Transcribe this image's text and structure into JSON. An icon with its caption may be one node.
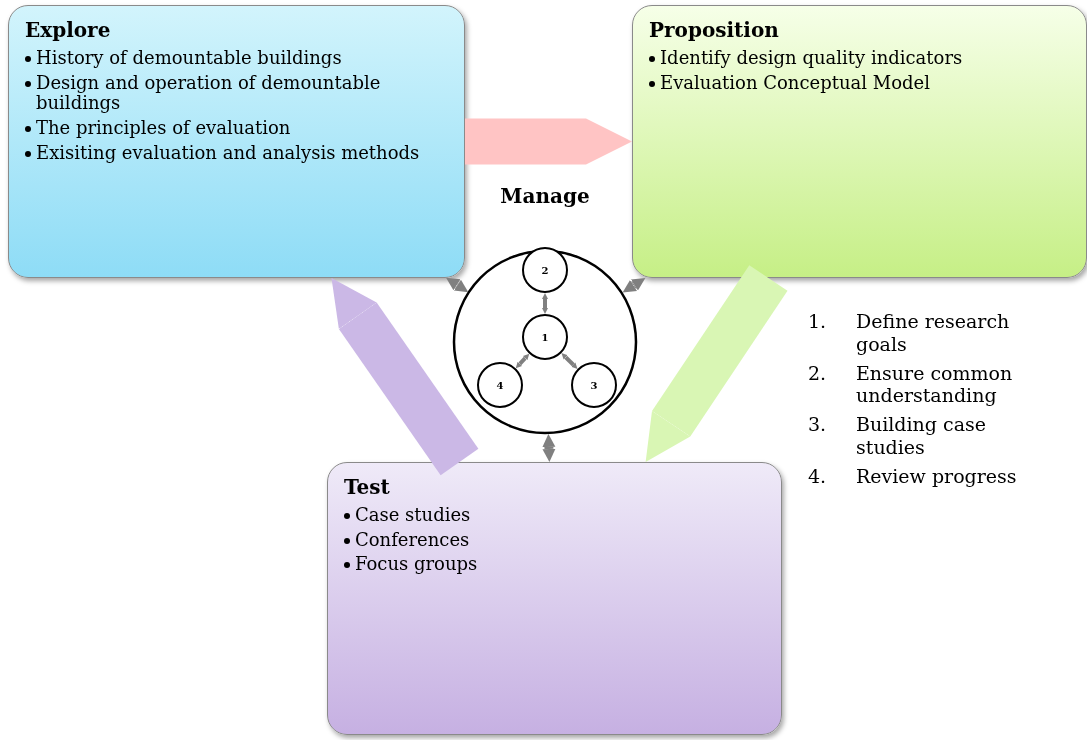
{
  "diagram": {
    "nodes": [
      {
        "text": [
          "Explore",
          "History of demountable buildings",
          "Design and operation of demountable buildings",
          "The principles of evaluation",
          "Exisiting evaluation and analysis methods"
        ]
      },
      {
        "text": [
          "Proposition",
          "Identify design quality indicators",
          "Evaluation Conceptual Model"
        ]
      },
      {
        "text": [
          "Test",
          "Case studies",
          "Conferences",
          "Focus groups"
        ]
      },
      {
        "text": [
          "Manage"
        ]
      },
      {
        "text": [
          "2"
        ],
        "in": 3
      },
      {
        "text": [
          "1"
        ],
        "in": 3
      },
      {
        "text": [
          "4"
        ],
        "in": 3
      },
      {
        "text": [
          "3"
        ],
        "in": 3
      }
    ],
    "edges": [
      {
        "from": 0,
        "to": 1,
        "arrow": "to",
        "style": "thick",
        "color": "#ffc4c4"
      },
      {
        "from": 1,
        "to": 2,
        "arrow": "to",
        "style": "thick",
        "color": "#d9f6b4"
      },
      {
        "from": 2,
        "to": 0,
        "arrow": "to",
        "style": "thick",
        "color": "#cbb8e6"
      },
      {
        "from": 0,
        "to": 3,
        "arrow": "both"
      },
      {
        "from": 1,
        "to": 3,
        "arrow": "both"
      },
      {
        "from": 3,
        "to": 2,
        "arrow": "both"
      },
      {
        "from": 5,
        "to": 4,
        "arrow": "both"
      },
      {
        "from": 5,
        "to": 7,
        "arrow": "both"
      },
      {
        "from": 5,
        "to": 6,
        "arrow": "both"
      }
    ],
    "labels": [
      "1.",
      "Define research goals",
      "2.",
      "Ensure common understanding",
      "3.",
      "Building case studies",
      "4.",
      "Review progress"
    ]
  }
}
